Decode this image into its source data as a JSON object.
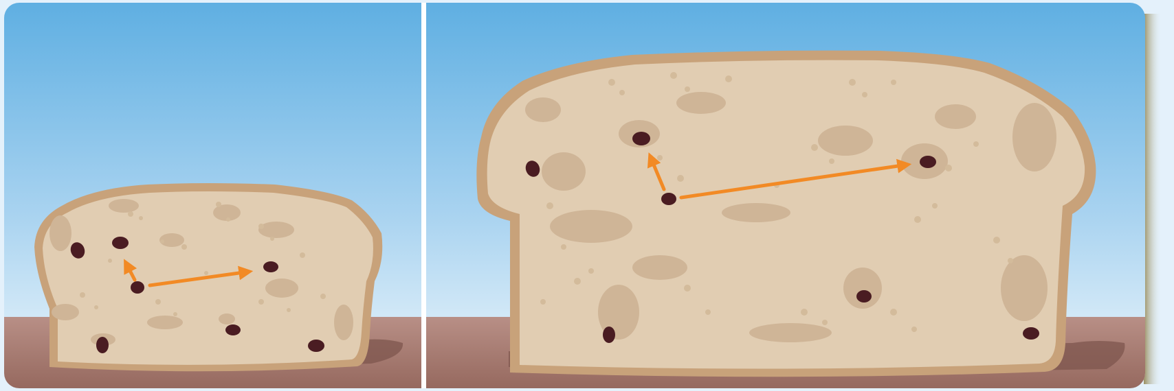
{
  "figure": {
    "panels": [
      {
        "name": "small-loaf",
        "raisin_count": 7,
        "arrows": [
          {
            "from_raisin": 3,
            "to_raisin": 2
          },
          {
            "from_raisin": 3,
            "to_raisin": 4
          }
        ]
      },
      {
        "name": "large-loaf",
        "raisin_count": 7,
        "arrows": [
          {
            "from_raisin": 3,
            "to_raisin": 2
          },
          {
            "from_raisin": 3,
            "to_raisin": 4
          }
        ]
      }
    ]
  },
  "colors": {
    "sky_top": "#5fafe2",
    "sky_bottom": "#e8f4fb",
    "table": "#a98078",
    "table_shadow": "#8a5f58",
    "crust": "#c8a27a",
    "crumb": "#e1cdb2",
    "crumb_spot": "#cfb597",
    "raisin": "#4a1c22",
    "arrow": "#f28a25",
    "frame": "#ffffff",
    "outer_background": "#e4f1fb"
  }
}
